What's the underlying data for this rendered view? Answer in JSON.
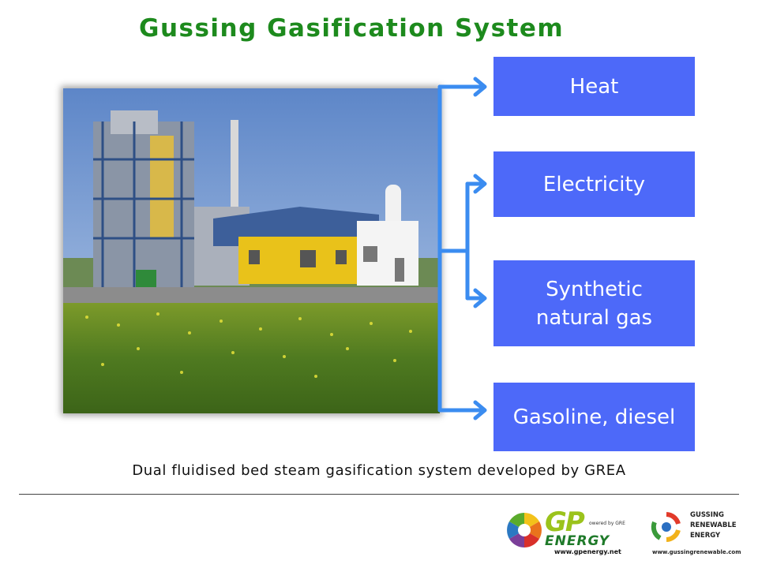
{
  "title": "Gussing Gasification System",
  "outputs": [
    {
      "label": "Heat"
    },
    {
      "label": "Electricity"
    },
    {
      "label": "Synthetic \nnatural gas"
    },
    {
      "label": "Gasoline, diesel"
    }
  ],
  "caption": "Dual fluidised bed steam gasification system developed by GREA",
  "logos": {
    "gp_energy": {
      "mark": "GP",
      "powered_by": "owered by GRE",
      "word": "ENERGY",
      "url": "www.gpenergy.net"
    },
    "gussing_renewable": {
      "line1": "GUSSING",
      "line2": "RENEWABLE",
      "line3": "ENERGY",
      "url": "www.gussingrenewable.com"
    }
  },
  "colors": {
    "title": "#1d8a1d",
    "box": "#4d69f9",
    "arrow": "#3b8cf0"
  }
}
